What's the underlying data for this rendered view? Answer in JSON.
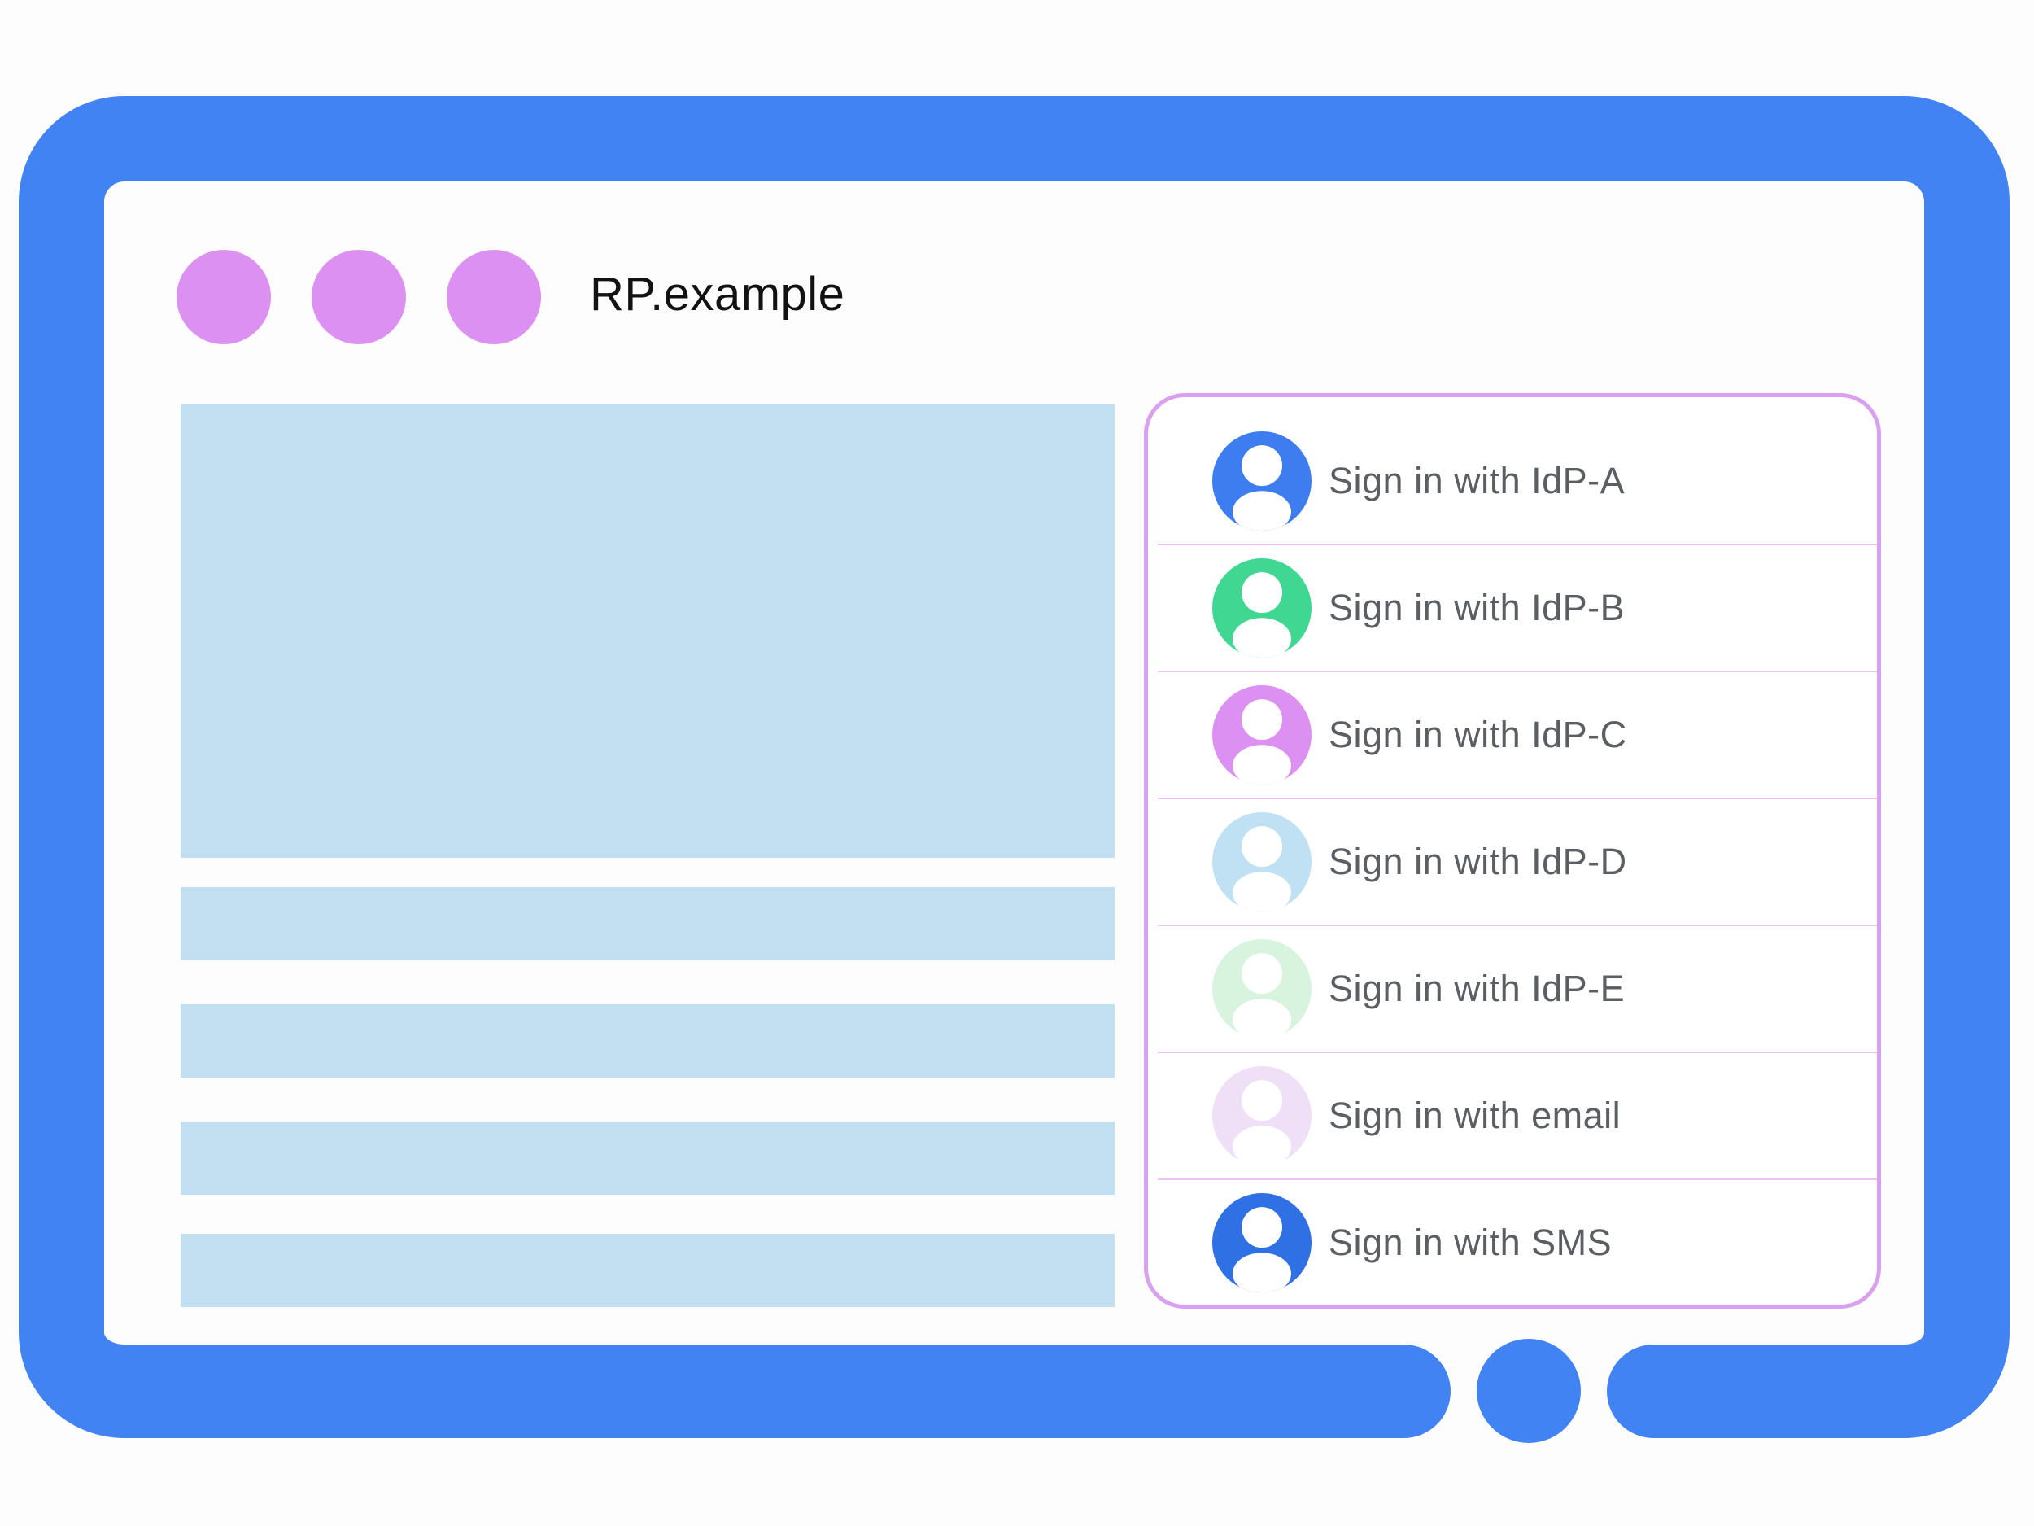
{
  "illustration": {
    "window_title": "RP.example",
    "window_dots_count": 3
  },
  "sign_in_panel": {
    "options": [
      {
        "id": "idp-a",
        "label": "Sign in with IdP-A",
        "avatar_color": "#3D7DF0"
      },
      {
        "id": "idp-b",
        "label": "Sign in with IdP-B",
        "avatar_color": "#3FD792"
      },
      {
        "id": "idp-c",
        "label": "Sign in with IdP-C",
        "avatar_color": "#DC90F2"
      },
      {
        "id": "idp-d",
        "label": "Sign in with IdP-D",
        "avatar_color": "#C0E0F4"
      },
      {
        "id": "idp-e",
        "label": "Sign in with IdP-E",
        "avatar_color": "#D8F3DE"
      },
      {
        "id": "email",
        "label": "Sign in with email",
        "avatar_color": "#F0E0F7"
      },
      {
        "id": "sms",
        "label": "Sign in with SMS",
        "avatar_color": "#2F71E5"
      }
    ]
  },
  "colors": {
    "frame_blue": "#4283F3",
    "window_dot_purple": "#DC90F2",
    "placeholder_blue": "#C3E0F3",
    "panel_border_purple": "#D9A0F0",
    "row_divider_pink": "#F1BFF4",
    "label_text_gray": "#5B5F63",
    "title_text": "#121212"
  },
  "content_placeholder": {
    "hero_box": 1,
    "text_bars": 4
  }
}
